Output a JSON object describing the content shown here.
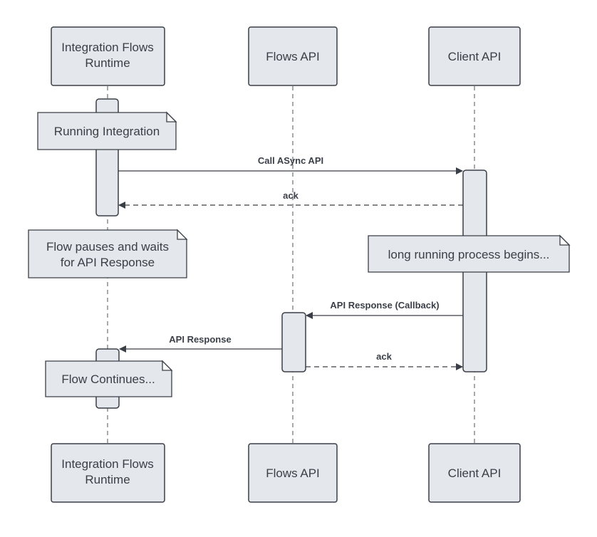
{
  "participants": {
    "runtime": {
      "line1": "Integration Flows",
      "line2": "Runtime"
    },
    "flows_api": {
      "label": "Flows API"
    },
    "client_api": {
      "label": "Client API"
    }
  },
  "messages": {
    "call_async": "Call ASync API",
    "ack_1": "ack",
    "api_response_callback": "API Response (Callback)",
    "api_response": "API Response",
    "ack_2": "ack"
  },
  "notes": {
    "running_integration": "Running Integration",
    "flow_pauses_line1": "Flow pauses and waits",
    "flow_pauses_line2": "for API Response",
    "long_running": "long running process begins...",
    "flow_continues": "Flow Continues..."
  }
}
